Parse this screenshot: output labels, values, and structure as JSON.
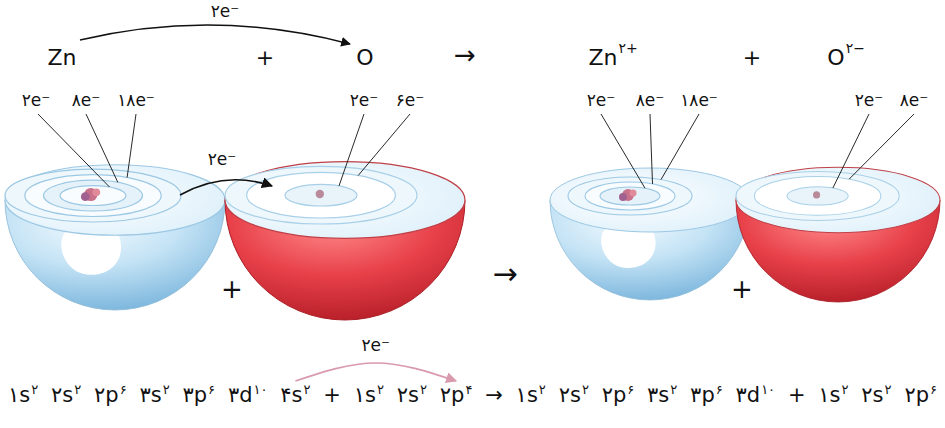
{
  "diagram": {
    "labels": [
      "۲e⁻",
      "Zn",
      "+",
      "O",
      "→",
      "Zn",
      "۲+",
      "+",
      "O",
      "۲−",
      "۲e⁻",
      "۸e⁻",
      "۱۸e⁻",
      "۲e⁻",
      "۶e⁻",
      "۲e⁻",
      "۸e⁻",
      "۱۸e⁻",
      "۲e⁻",
      "۸e⁻",
      "۲e⁻",
      "+",
      "→",
      "+",
      "۲e⁻",
      "۱s",
      "۲",
      "۲s",
      "۲",
      "۲p",
      "۶",
      "۳s",
      "۲",
      "۳p",
      "۶",
      "۳d",
      "۱۰",
      "۴s",
      "۲",
      "+",
      "۱s",
      "۲",
      "۲s",
      "۲",
      "۲p",
      "۴",
      "→",
      "۱s",
      "۲",
      "۲s",
      "۲",
      "۲p",
      "۶",
      "۳s",
      "۲",
      "۳p",
      "۶",
      "۳d",
      "۱۰",
      "+",
      "۱s",
      "۲",
      "۲s",
      "۲",
      "۲p",
      "۶"
    ]
  }
}
